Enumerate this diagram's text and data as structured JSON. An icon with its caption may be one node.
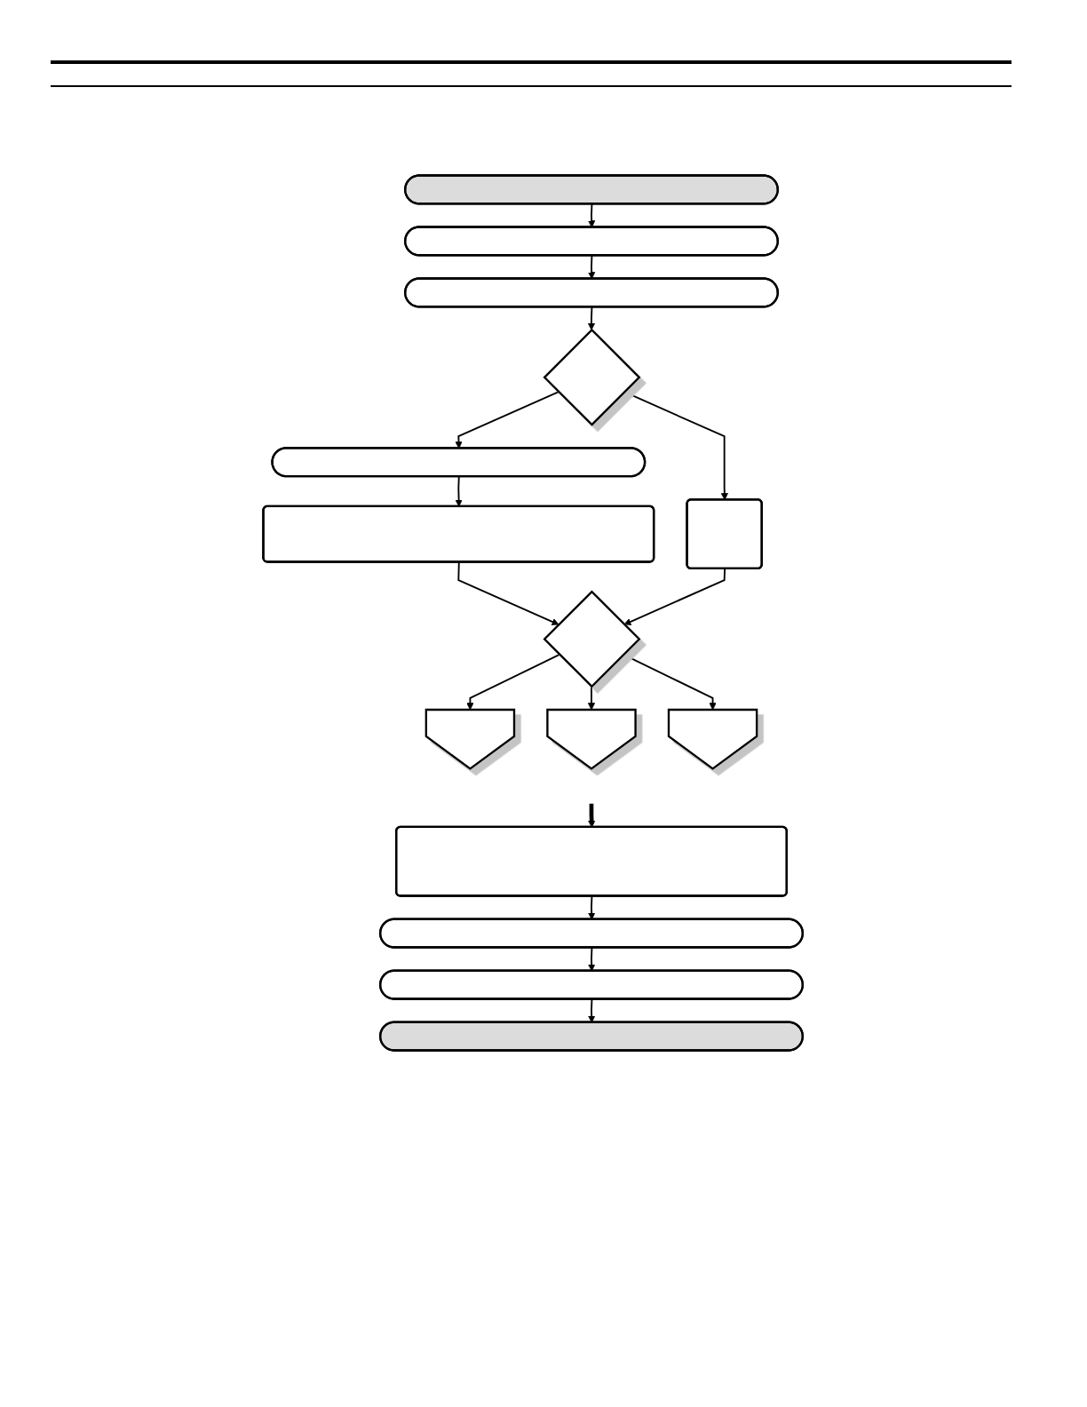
{
  "diagram": {
    "nodes": [
      {
        "text": [],
        "shape": "box"
      },
      {
        "text": [],
        "shape": "box"
      },
      {
        "text": [],
        "shape": "box"
      },
      {
        "text": [],
        "shape": "diamond"
      },
      {
        "text": [],
        "shape": "box"
      },
      {
        "text": [],
        "shape": "box"
      },
      {
        "text": [],
        "shape": "box"
      },
      {
        "text": [],
        "shape": "diamond"
      },
      {
        "text": [],
        "shape": "pentagon"
      },
      {
        "text": [],
        "shape": "pentagon"
      },
      {
        "text": [],
        "shape": "pentagon"
      },
      {
        "text": [],
        "shape": "box"
      },
      {
        "text": [],
        "shape": "box"
      },
      {
        "text": [],
        "shape": "box"
      },
      {
        "text": [],
        "shape": "box"
      }
    ],
    "edges": [
      {
        "from": 0,
        "to": 1,
        "arrow": "to"
      },
      {
        "from": 1,
        "to": 2,
        "arrow": "to"
      },
      {
        "from": 2,
        "to": 3,
        "arrow": "to"
      },
      {
        "from": 3,
        "to": 5,
        "arrow": "to"
      },
      {
        "from": 3,
        "to": 4,
        "arrow": "to"
      },
      {
        "from": 5,
        "to": 6,
        "arrow": "to"
      },
      {
        "from": 6,
        "to": 7,
        "arrow": "to"
      },
      {
        "from": 4,
        "to": 7,
        "arrow": "to"
      },
      {
        "from": 7,
        "to": 8,
        "arrow": "to"
      },
      {
        "from": 7,
        "to": 9,
        "arrow": "to"
      },
      {
        "from": 7,
        "to": 10,
        "arrow": "to"
      },
      {
        "from": null,
        "to": 11,
        "arrow": "to",
        "style": "thick"
      },
      {
        "from": 11,
        "to": 12,
        "arrow": "to"
      },
      {
        "from": 12,
        "to": 13,
        "arrow": "to"
      },
      {
        "from": 13,
        "to": 14,
        "arrow": "to"
      }
    ]
  }
}
